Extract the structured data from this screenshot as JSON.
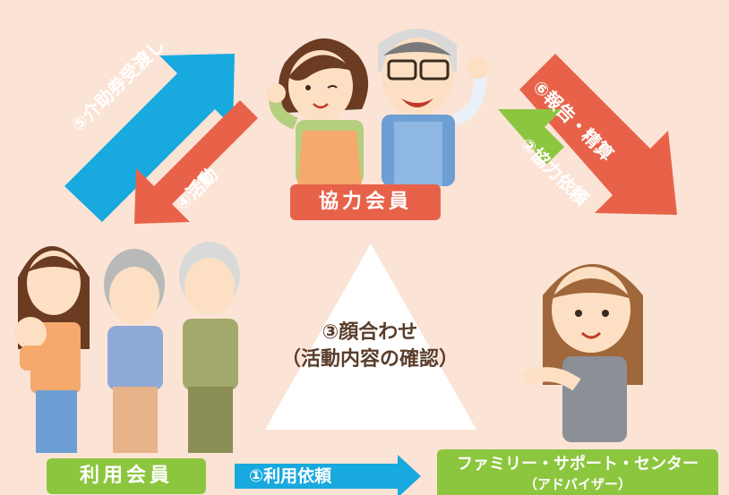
{
  "roles": {
    "cooperating_member": "協力会員",
    "using_member": "利用会員",
    "center_line1": "ファミリー・サポート・センター",
    "center_line2": "（アドバイザー）"
  },
  "steps": {
    "s1": "①利用依頼",
    "s2": "②協力依頼",
    "s3_line1": "③顔合わせ",
    "s3_line2": "（活動内容の確認）",
    "s4": "④活動",
    "s5": "⑤介助券受渡し",
    "s6": "⑥報告・精算"
  },
  "colors": {
    "background": "#fbe3d6",
    "red": "#e8624a",
    "blue": "#18a9de",
    "green": "#8cc63f",
    "triangle": "#ffffff"
  }
}
